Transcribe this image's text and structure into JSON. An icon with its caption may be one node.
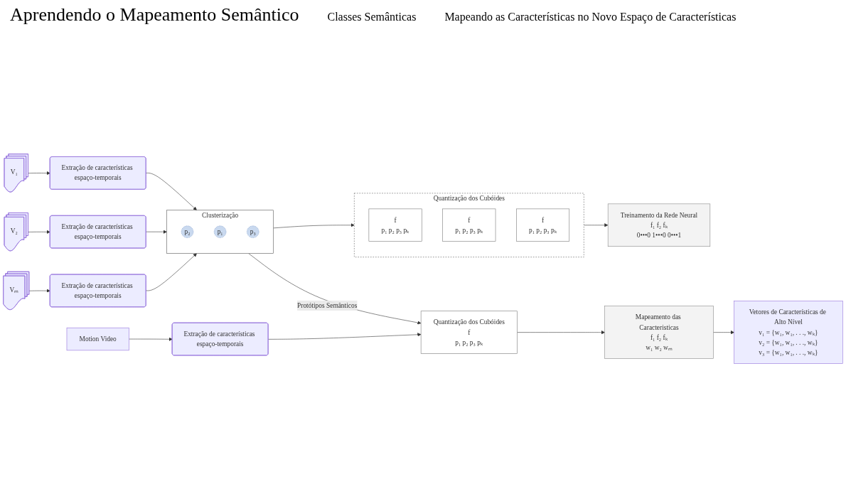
{
  "diagram": {
    "title": "Aprendendo o Mapeamento Semântico",
    "nodes": [
      {
        "text": [
          "V₁"
        ]
      },
      {
        "text": [
          "V₂"
        ]
      },
      {
        "text": [
          "Vₘ"
        ]
      },
      {
        "text": [
          "Extração de características espaço-temporais"
        ]
      },
      {
        "text": [
          "Extração de características espaço-temporais"
        ]
      },
      {
        "text": [
          "Extração de características espaço-temporais"
        ]
      },
      {
        "text": [
          "Clusterização"
        ]
      },
      {
        "text": [
          "p₂"
        ],
        "in": 6
      },
      {
        "text": [
          "p₁"
        ],
        "in": 6
      },
      {
        "text": [
          "p₃"
        ],
        "in": 6
      },
      {
        "text": [
          "Quantização dos Cubóides"
        ]
      },
      {
        "text": [
          "f",
          "p₁ p₂ p₃ pₖ"
        ],
        "in": 10
      },
      {
        "text": [
          "f",
          "p₁ p₂ p₃ pₖ"
        ],
        "in": 10
      },
      {
        "text": [
          "f",
          "p₁ p₂ p₃ pₖ"
        ],
        "in": 10
      },
      {
        "text": [
          "Treinamento da Rede Neural",
          "f₁ f₂ fₖ",
          "0•••0 1•••0 0•••1"
        ]
      },
      {
        "text": [
          "Motion Video"
        ]
      },
      {
        "text": [
          "Extração de características espaço-temporais"
        ]
      },
      {
        "text": [
          "Quantização dos Cubóides",
          "f",
          "p₁ p₂ p₃ pₖ"
        ]
      },
      {
        "text": [
          "Mapeamento das Caracteristicas",
          "f₁ f₂ fₖ",
          "w₁ w₂ wₘ"
        ]
      },
      {
        "text": [
          "Vetores de Características de Alto Nível",
          "v₁ = {w₁, w₁, . . ., wₖ}",
          "v₂ = {w₁, w₁, . . ., wₖ}",
          "v₃ = {w₁, w₁, . . ., wₖ}"
        ]
      }
    ],
    "edges": [
      {
        "from": 0,
        "to": 3,
        "arrow": "to"
      },
      {
        "from": 1,
        "to": 4,
        "arrow": "to"
      },
      {
        "from": 2,
        "to": 5,
        "arrow": "to"
      },
      {
        "from": 3,
        "to": 6,
        "arrow": "to"
      },
      {
        "from": 4,
        "to": 6,
        "arrow": "to"
      },
      {
        "from": 5,
        "to": 6,
        "arrow": "to"
      },
      {
        "from": 6,
        "to": 10,
        "arrow": "to"
      },
      {
        "from": 10,
        "to": 14,
        "arrow": "to"
      },
      {
        "from": 6,
        "to": 17,
        "arrow": "to",
        "label": "Protótipos Semânticos"
      },
      {
        "from": 15,
        "to": 16,
        "arrow": "to"
      },
      {
        "from": 16,
        "to": 17,
        "arrow": "to"
      },
      {
        "from": 17,
        "to": 18,
        "arrow": "to"
      },
      {
        "from": 18,
        "to": 19,
        "arrow": "to"
      }
    ],
    "labels": [
      "Classes Semânticas",
      "Mapeando as Características no Novo Espaço de Características"
    ]
  }
}
